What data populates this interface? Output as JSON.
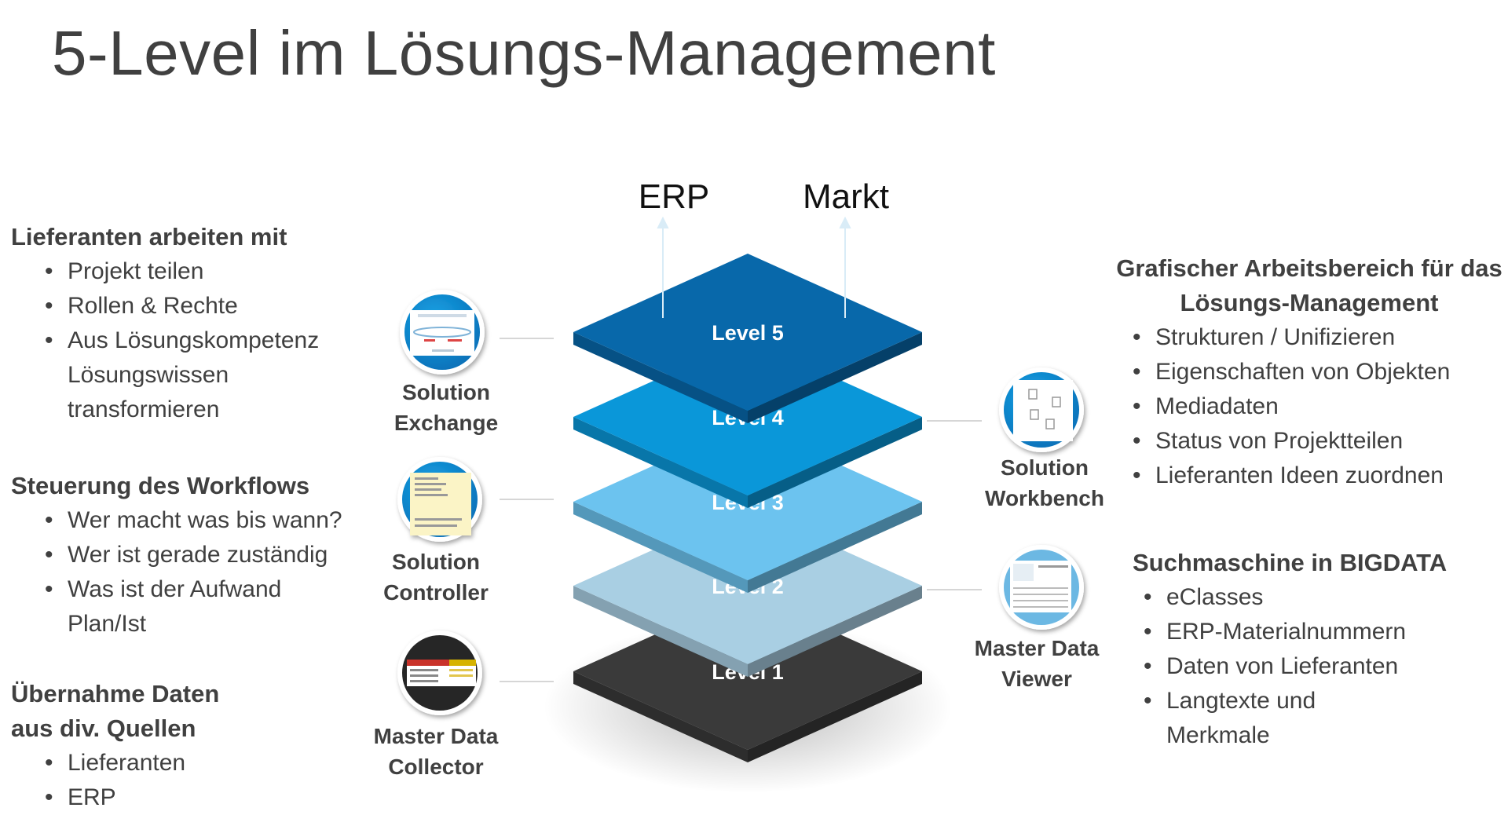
{
  "title": "5-Level im Lösungs-Management",
  "top_labels": [
    "ERP",
    "Markt"
  ],
  "levels": [
    {
      "label": "Level 5",
      "color": "#0868aa"
    },
    {
      "label": "Level 4",
      "color": "#0a97d9"
    },
    {
      "label": "Level 3",
      "color": "#6cc3ef"
    },
    {
      "label": "Level 2",
      "color": "#a9cfe3"
    },
    {
      "label": "Level 1",
      "color": "#3a3a3a"
    }
  ],
  "modules": {
    "solution_exchange": "Solution\nExchange",
    "solution_controller": "Solution\nController",
    "master_data_collector": "Master Data\nCollector",
    "solution_workbench": "Solution\nWorkbench",
    "master_data_viewer": "Master Data\nViewer"
  },
  "left": {
    "suppliers": {
      "heading": "Lieferanten arbeiten mit",
      "items": [
        "Projekt teilen",
        "Rollen & Rechte",
        "Aus Lösungskompetenz\nLösungswissen\ntransformieren"
      ]
    },
    "workflow": {
      "heading": "Steuerung des Workflows",
      "items": [
        "Wer macht was bis wann?",
        "Wer ist gerade zuständig",
        "Was ist der Aufwand\nPlan/Ist"
      ]
    },
    "import": {
      "heading_line1": "Übernahme Daten",
      "heading_line2": "aus div. Quellen",
      "items": [
        "Lieferanten",
        "ERP"
      ]
    }
  },
  "right": {
    "workspace": {
      "heading_line1": "Grafischer Arbeitsbereich für das",
      "heading_line2": "Lösungs-Management",
      "items": [
        "Strukturen / Unifizieren",
        "Eigenschaften von Objekten",
        "Mediadaten",
        "Status von Projektteilen",
        "Lieferanten Ideen zuordnen"
      ]
    },
    "search": {
      "heading": "Suchmaschine in BIGDATA",
      "items": [
        "eClasses",
        "ERP-Materialnummern",
        "Daten von Lieferanten",
        "Langtexte und\nMerkmale"
      ]
    }
  }
}
